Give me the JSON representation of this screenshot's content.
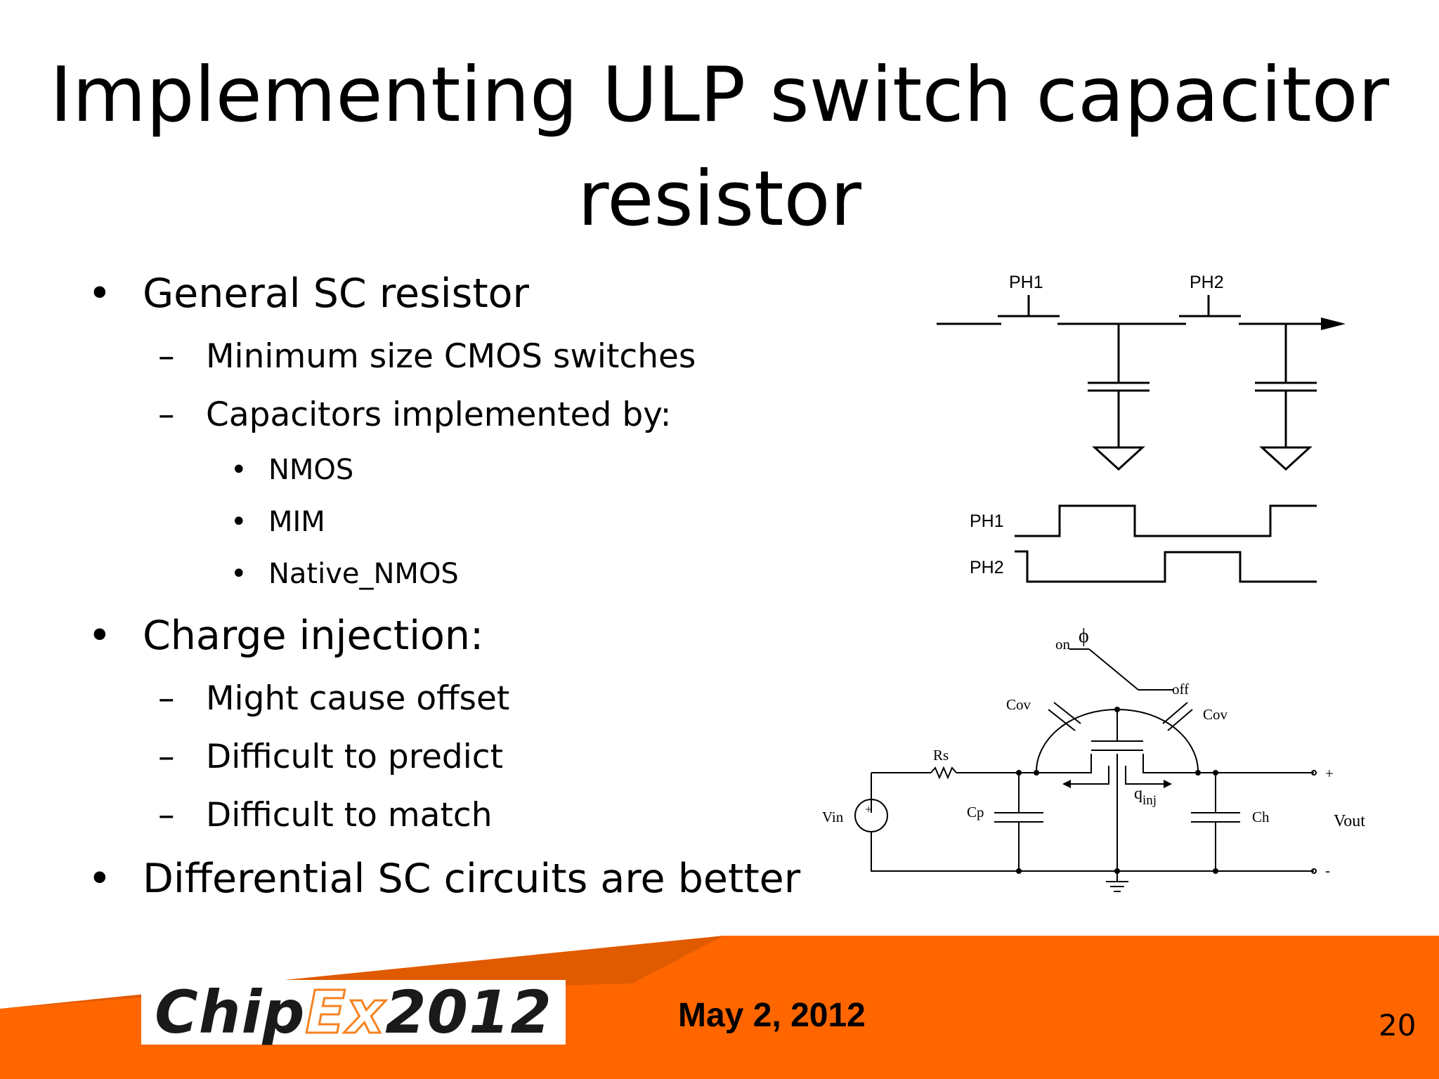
{
  "slide": {
    "title_line1": "Implementing ULP switch capacitor",
    "title_line2": "resistor",
    "bullets": {
      "b1": "General SC resistor",
      "b1_1": "Minimum size CMOS switches",
      "b1_2": "Capacitors implemented by:",
      "b1_2_1": "NMOS",
      "b1_2_2": "MIM",
      "b1_2_3": "Native_NMOS",
      "b2": "Charge injection:",
      "b2_1": "Might cause offset",
      "b2_2": "Difficult to predict",
      "b2_3": "Difficult to match",
      "b3": "Differential SC circuits are better"
    },
    "markers": {
      "bullet": "•",
      "dash": "–"
    }
  },
  "figure": {
    "sc_resistor": {
      "ph1": "PH1",
      "ph2": "PH2"
    },
    "timing": {
      "ph1": "PH1",
      "ph2": "PH2"
    },
    "charge_injection": {
      "on": "on",
      "phi": "ϕ",
      "off": "off",
      "cov_left": "Cov",
      "cov_right": "Cov",
      "rs": "Rs",
      "cp": "Cp",
      "ch": "Ch",
      "vin": "Vin",
      "vout": "Vout",
      "q": "q",
      "inj": "inj",
      "plus": "+",
      "minus": "-",
      "src_plus": "+"
    }
  },
  "footer": {
    "logo_chip": "Chip",
    "logo_ex": "Ex",
    "logo_year": "2012",
    "date": "May 2, 2012",
    "page_number": "20",
    "colors": {
      "accent": "#FF6600",
      "wedge": "#E05A00"
    }
  }
}
